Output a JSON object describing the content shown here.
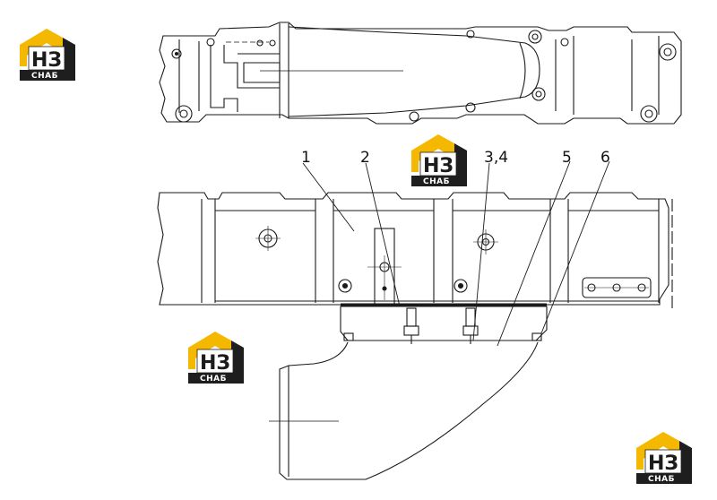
{
  "diagram": {
    "callouts": [
      "1",
      "2",
      "3,4",
      "5",
      "6"
    ]
  },
  "watermark": {
    "logo_letters": "НЗ",
    "logo_caption": "СНАБ",
    "brand_yellow": "#f5b800",
    "brand_dark": "#1e1e1e"
  },
  "colors": {
    "line": "#1a1a1a",
    "background": "#ffffff"
  }
}
